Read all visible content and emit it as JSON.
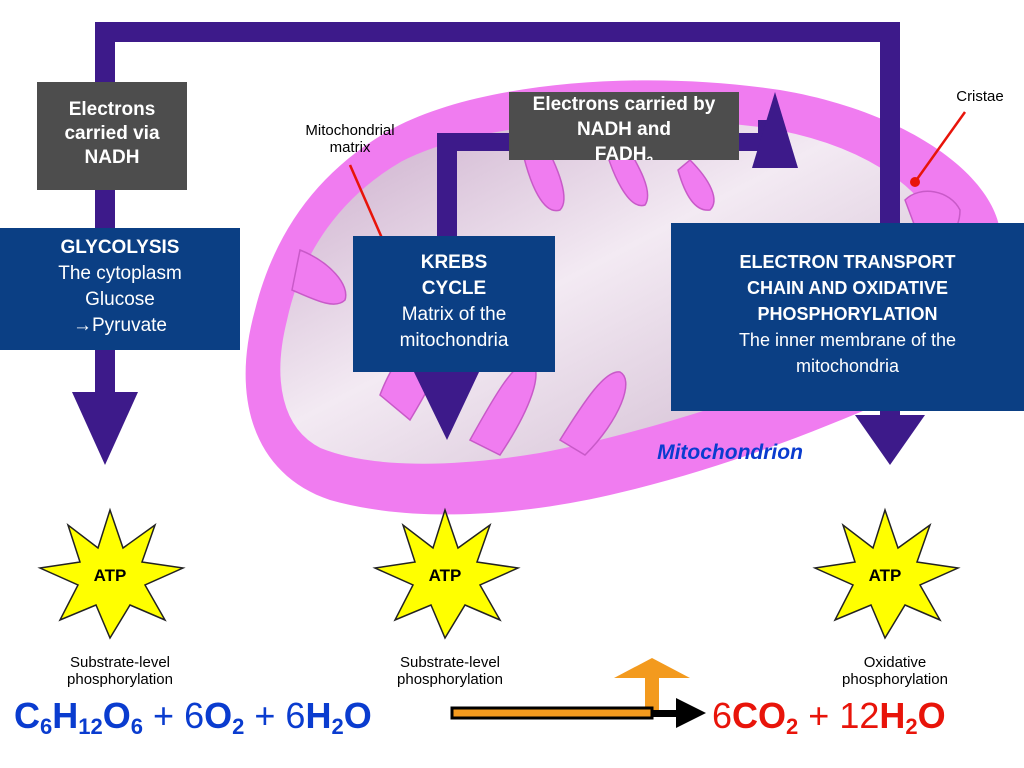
{
  "boxes": {
    "nadh": "Electrons carried via NADH",
    "fadh_line1": "Electrons carried by NADH and",
    "fadh_line2": "FADH",
    "fadh_sub": "2",
    "glycolysis": {
      "title": "GLYCOLYSIS",
      "line1": "The cytoplasm",
      "line2": "Glucose",
      "arrow": "→",
      "line3": "Pyruvate"
    },
    "krebs": {
      "title1": "KREBS",
      "title2": "CYCLE",
      "line1": "Matrix of the",
      "line2": "mitochondria"
    },
    "etc": {
      "title1": "ELECTRON TRANSPORT",
      "title2": "CHAIN AND OXIDATIVE",
      "title3": "PHOSPHORYLATION",
      "line1": "The inner membrane of the",
      "line2": "mitochondria"
    }
  },
  "labels": {
    "matrix_line1": "Mitochondrial",
    "matrix_line2": "matrix",
    "cristae": "Cristae",
    "mitochondrion": "Mitochondrion",
    "atp": "ATP",
    "substrate1_line1": "Substrate-level",
    "substrate1_line2": "phosphorylation",
    "substrate2_line1": "Substrate-level",
    "substrate2_line2": "phosphorylation",
    "oxidative_line1": "Oxidative",
    "oxidative_line2": "phosphorylation"
  },
  "equation": {
    "c": "C",
    "c_sub": "6",
    "h": "H",
    "h_sub": "12",
    "o": "O",
    "o_sub": "6",
    "plus1": "+",
    "coef_o2": "6",
    "o2": "O",
    "o2_sub": "2",
    "plus2": "+",
    "coef_h2o": "6",
    "h2o_h": "H",
    "h2o_sub": "2",
    "h2o_o": "O",
    "coef_co2": "6",
    "co2": "CO",
    "co2_sub": "2",
    "plus3": "+",
    "coef_h2o_out": "12",
    "h2o_out_h": "H",
    "h2o_out_sub": "2",
    "h2o_out_o": "O"
  },
  "colors": {
    "arrow_purple": "#3d1a8a",
    "membrane": "#f07cf0",
    "box_blue": "#0b3f84",
    "box_gray": "#4d4d4d",
    "star": "#ffff00",
    "reactant_blue": "#0a3ccf",
    "product_red": "#e8140a",
    "heat_orange": "#f39a1e"
  }
}
